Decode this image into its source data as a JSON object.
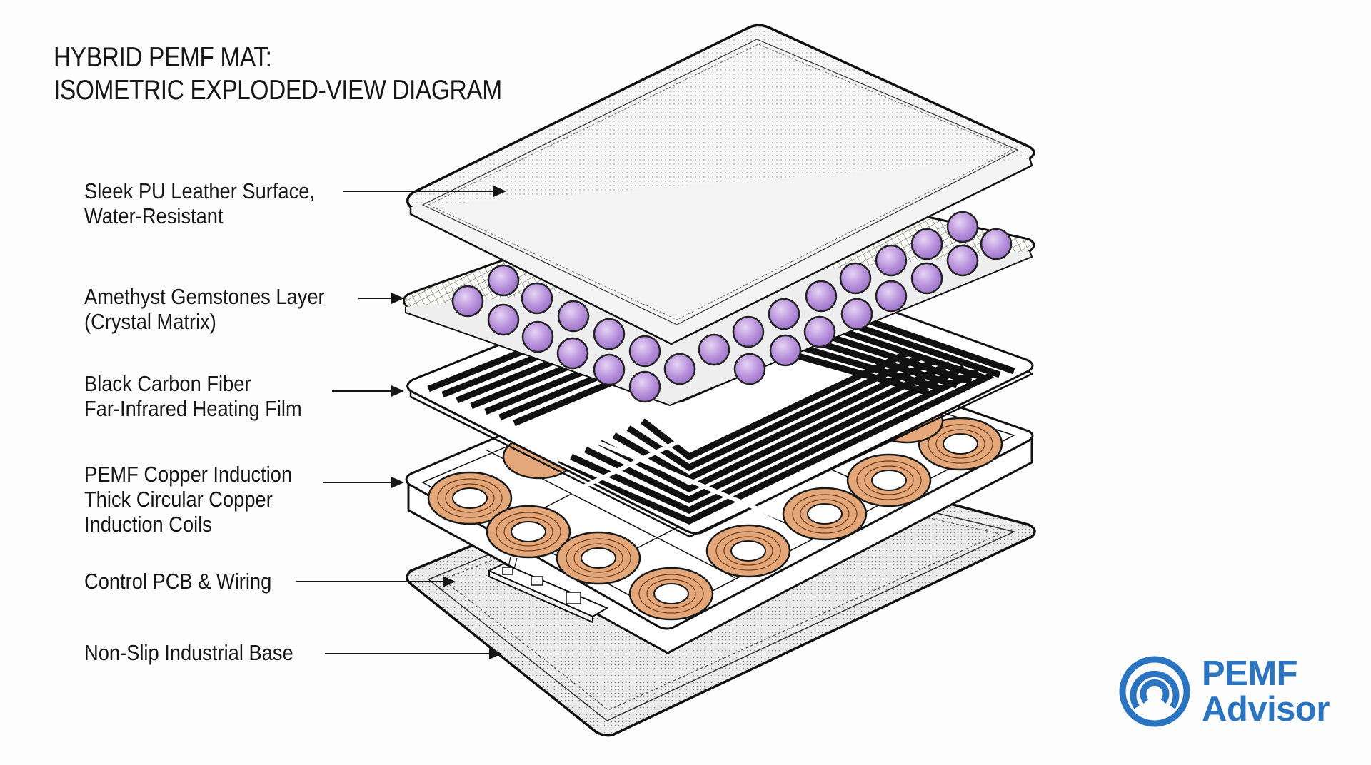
{
  "title": {
    "line1": "HYBRID PEMF MAT:",
    "line2": "ISOMETRIC EXPLODED-VIEW DIAGRAM"
  },
  "layers": [
    {
      "id": "surface",
      "lines": [
        "Sleek PU Leather Surface,",
        "Water-Resistant"
      ],
      "color": "#f2f2f2"
    },
    {
      "id": "gemstones",
      "lines": [
        "Amethyst Gemstones Layer",
        "(Crystal Matrix)"
      ],
      "color": "#b48cd8"
    },
    {
      "id": "heating",
      "lines": [
        "Black Carbon Fiber",
        "Far-Infrared Heating Film"
      ],
      "color": "#111111"
    },
    {
      "id": "coils",
      "lines": [
        "PEMF Copper Induction",
        "Thick Circular Copper",
        "Induction Coils"
      ],
      "color": "#e3a77a"
    },
    {
      "id": "pcb",
      "lines": [
        "Control PCB & Wiring"
      ],
      "color": "#ffffff"
    },
    {
      "id": "base",
      "lines": [
        "Non-Slip Industrial Base"
      ],
      "color": "#d9d9d9"
    }
  ],
  "logo": {
    "icon": "signal-waves-icon",
    "line1": "PEMF",
    "line2": "Advisor",
    "color": "#2a74c2"
  }
}
